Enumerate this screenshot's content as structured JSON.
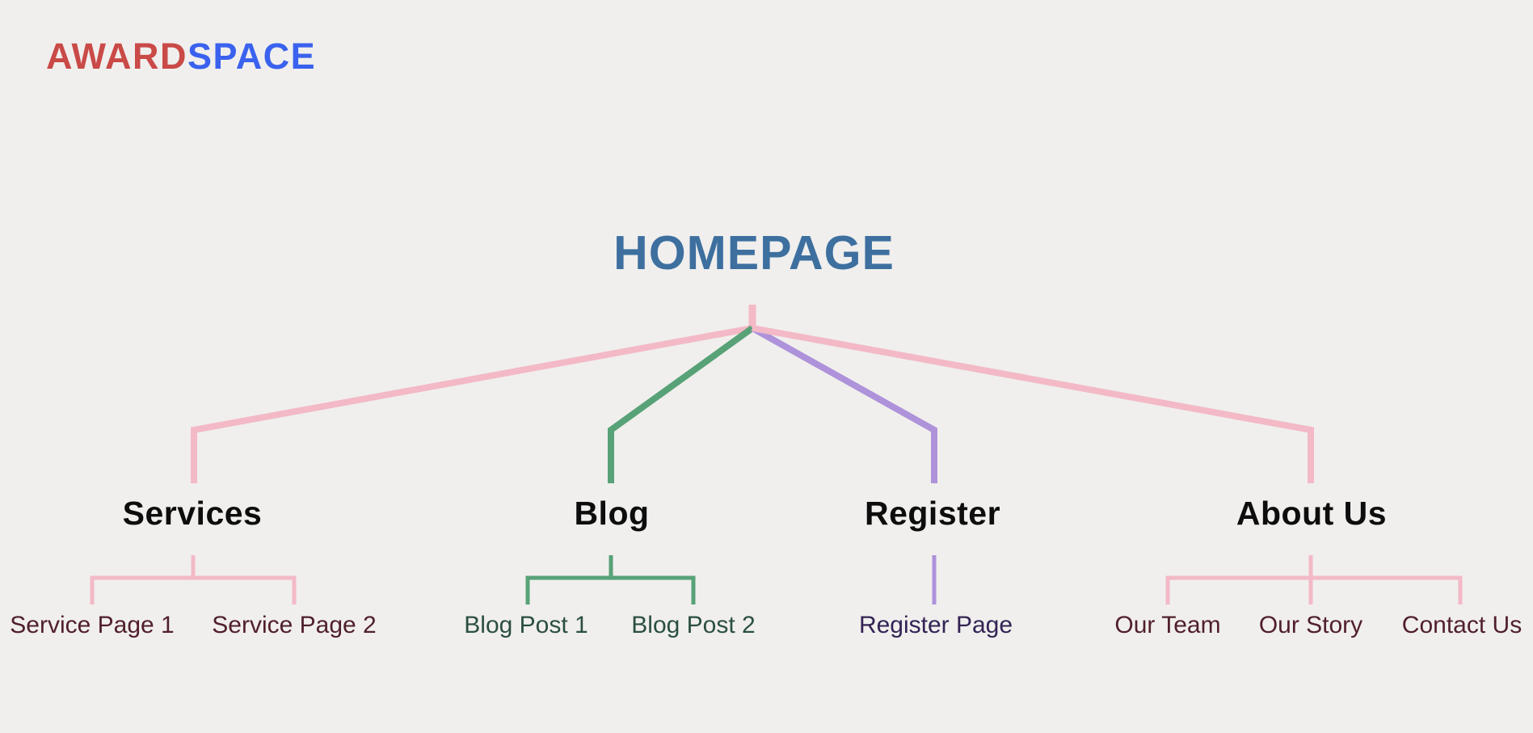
{
  "logo": {
    "part1": "AWARD",
    "part2": "SPACE"
  },
  "root": {
    "label": "HOMEPAGE"
  },
  "sections": [
    {
      "label": "Services",
      "branch_color": "pink",
      "children": [
        {
          "label": "Service Page 1"
        },
        {
          "label": "Service Page 2"
        }
      ]
    },
    {
      "label": "Blog",
      "branch_color": "green",
      "children": [
        {
          "label": "Blog Post 1"
        },
        {
          "label": "Blog Post 2"
        }
      ]
    },
    {
      "label": "Register",
      "branch_color": "purple",
      "children": [
        {
          "label": "Register Page"
        }
      ]
    },
    {
      "label": "About Us",
      "branch_color": "pink",
      "children": [
        {
          "label": "Our Team"
        },
        {
          "label": "Our Story"
        },
        {
          "label": "Contact Us"
        }
      ]
    }
  ],
  "colors": {
    "background": "#f0efed",
    "pink": "#f3b9c6",
    "green": "#58a277",
    "purple": "#ae92da",
    "homepage_blue": "#3d6f9f",
    "logo_red": "#c94a47",
    "logo_blue": "#3a62ee",
    "title_black": "#0d0d0d",
    "maroon": "#501f2b",
    "dark_green": "#2b4f41",
    "dark_purple": "#332355"
  }
}
